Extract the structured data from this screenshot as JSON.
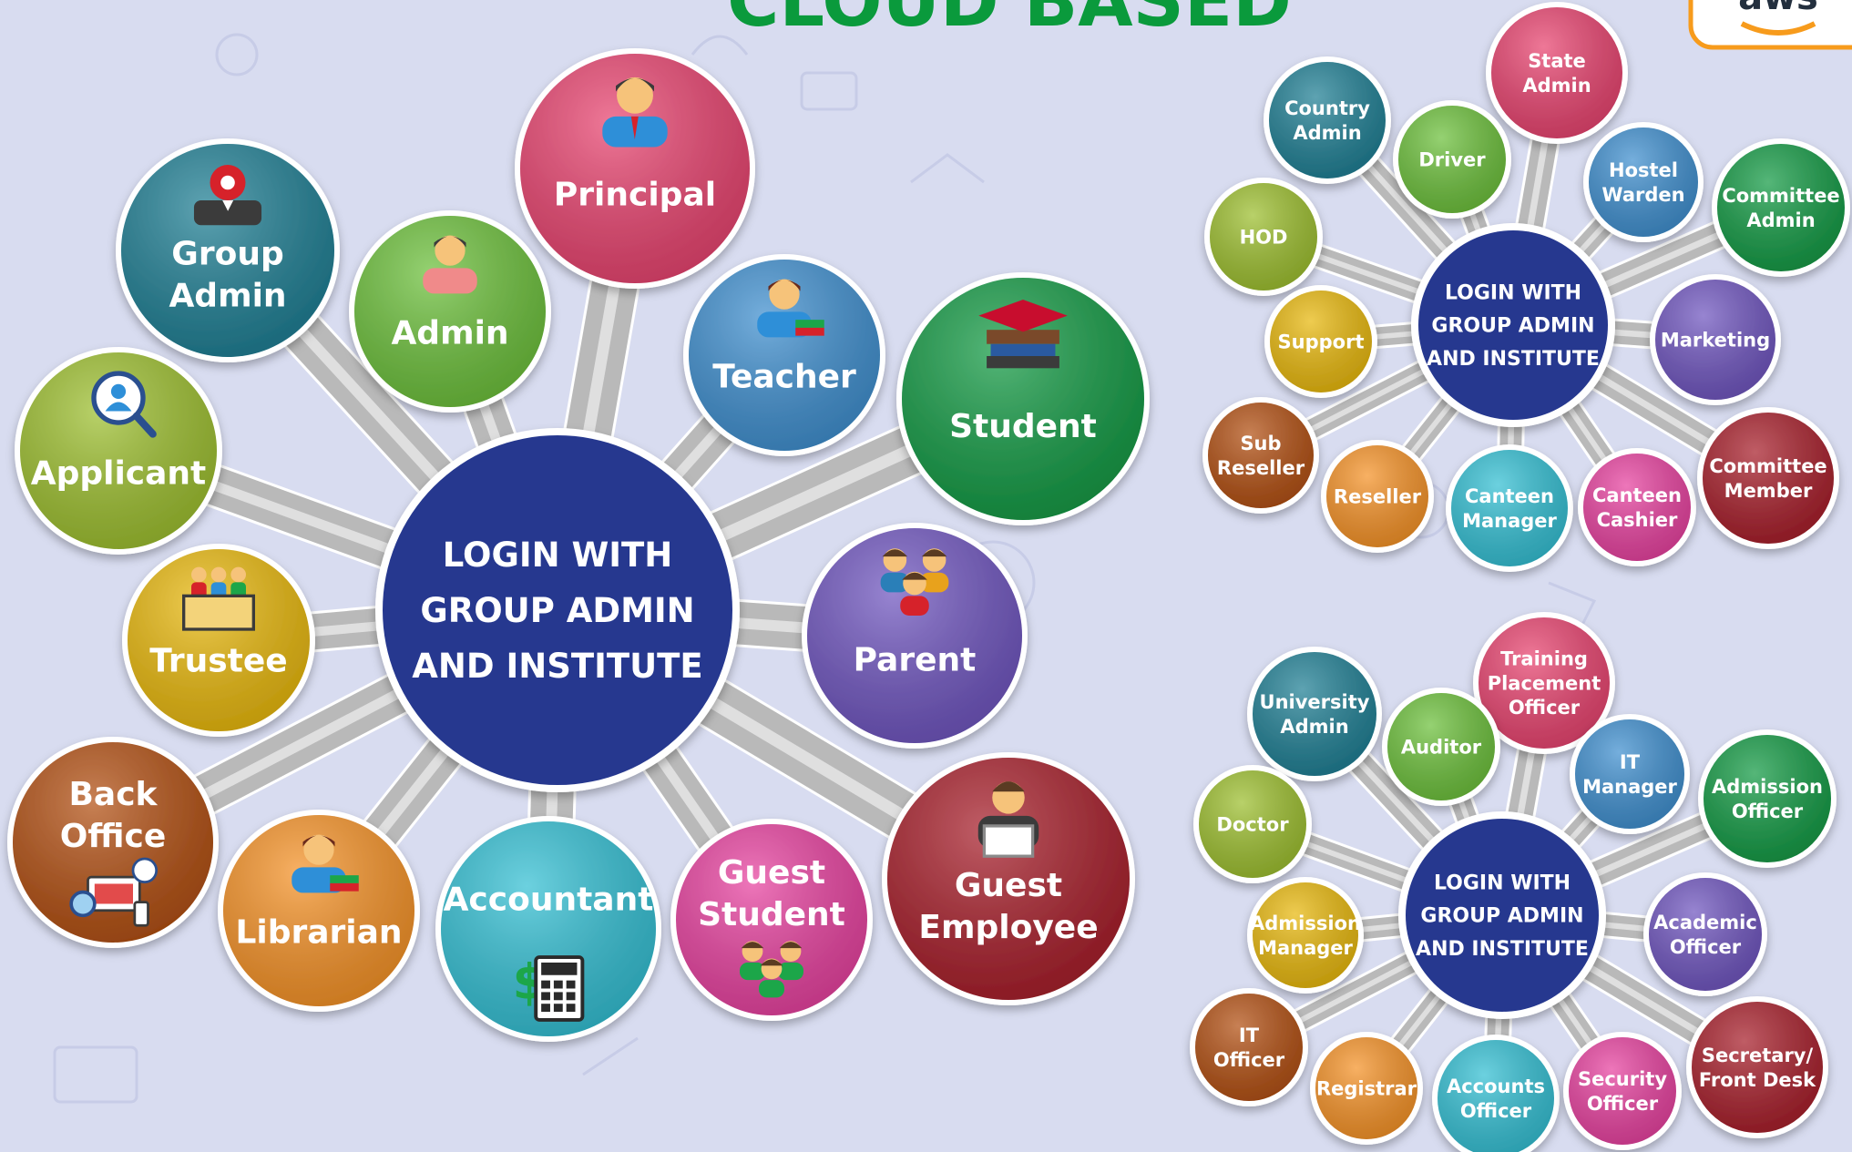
{
  "header": {
    "title": "CLOUD BASED",
    "brand": "aws"
  },
  "colors": {
    "background": "#d8dcf0",
    "hub": "#26398f",
    "title": "#0a9a3c",
    "brand_arc": "#f79b1c"
  },
  "diagrams": [
    {
      "hub": [
        "LOGIN WITH",
        "GROUP ADMIN",
        "AND INSTITUTE"
      ],
      "nodes": [
        {
          "lines": [
            "Principal"
          ],
          "color": "#e8436f",
          "icon": "principal-icon"
        },
        {
          "lines": [
            "Group",
            "Admin"
          ],
          "color": "#1f7f94",
          "icon": "gear-admin-icon"
        },
        {
          "lines": [
            "Admin"
          ],
          "color": "#6cc03b",
          "icon": "admin-person-icon"
        },
        {
          "lines": [
            "Teacher"
          ],
          "color": "#3f8fcf",
          "icon": "teacher-icon"
        },
        {
          "lines": [
            "Student"
          ],
          "color": "#139a44",
          "icon": "graduation-cap-icon"
        },
        {
          "lines": [
            "Applicant"
          ],
          "color": "#9dbf2f",
          "icon": "search-person-icon"
        },
        {
          "lines": [
            "Trustee"
          ],
          "color": "#e8b80d",
          "icon": "trustee-group-icon"
        },
        {
          "lines": [
            "Parent"
          ],
          "color": "#6f55bf",
          "icon": "family-icon"
        },
        {
          "lines": [
            "Back",
            "Office"
          ],
          "color": "#b24f12",
          "icon": "back-office-icon"
        },
        {
          "lines": [
            "Librarian"
          ],
          "color": "#f59227",
          "icon": "librarian-icon"
        },
        {
          "lines": [
            "Accountant"
          ],
          "color": "#33bfd3",
          "icon": "calculator-icon"
        },
        {
          "lines": [
            "Guest",
            "Student"
          ],
          "color": "#e7419f",
          "icon": "students-group-icon"
        },
        {
          "lines": [
            "Guest",
            "Employee"
          ],
          "color": "#a71e2a",
          "icon": "employee-laptop-icon"
        }
      ]
    },
    {
      "hub": [
        "LOGIN WITH",
        "GROUP ADMIN",
        "AND INSTITUTE"
      ],
      "nodes": [
        {
          "lines": [
            "State",
            "Admin"
          ],
          "color": "#e8436f"
        },
        {
          "lines": [
            "Country",
            "Admin"
          ],
          "color": "#1f7f94"
        },
        {
          "lines": [
            "Driver"
          ],
          "color": "#6cc03b"
        },
        {
          "lines": [
            "Hostel",
            "Warden"
          ],
          "color": "#3f8fcf"
        },
        {
          "lines": [
            "Committee",
            "Admin"
          ],
          "color": "#139a44"
        },
        {
          "lines": [
            "HOD"
          ],
          "color": "#9dbf2f"
        },
        {
          "lines": [
            "Support"
          ],
          "color": "#e8b80d"
        },
        {
          "lines": [
            "Marketing"
          ],
          "color": "#6f55bf"
        },
        {
          "lines": [
            "Sub",
            "Reseller"
          ],
          "color": "#b24f12"
        },
        {
          "lines": [
            "Reseller"
          ],
          "color": "#f59227"
        },
        {
          "lines": [
            "Canteen",
            "Manager"
          ],
          "color": "#33bfd3"
        },
        {
          "lines": [
            "Canteen",
            "Cashier"
          ],
          "color": "#e7419f"
        },
        {
          "lines": [
            "Committee",
            "Member"
          ],
          "color": "#a71e2a"
        }
      ]
    },
    {
      "hub": [
        "LOGIN WITH",
        "GROUP ADMIN",
        "AND INSTITUTE"
      ],
      "nodes": [
        {
          "lines": [
            "Training",
            "Placement",
            "Officer"
          ],
          "color": "#e8436f"
        },
        {
          "lines": [
            "University",
            "Admin"
          ],
          "color": "#1f7f94"
        },
        {
          "lines": [
            "Auditor"
          ],
          "color": "#6cc03b"
        },
        {
          "lines": [
            "IT",
            "Manager"
          ],
          "color": "#3f8fcf"
        },
        {
          "lines": [
            "Admission",
            "Officer"
          ],
          "color": "#139a44"
        },
        {
          "lines": [
            "Doctor"
          ],
          "color": "#9dbf2f"
        },
        {
          "lines": [
            "Admission",
            "Manager"
          ],
          "color": "#e8b80d"
        },
        {
          "lines": [
            "Academic",
            "Officer"
          ],
          "color": "#6f55bf"
        },
        {
          "lines": [
            "IT",
            "Officer"
          ],
          "color": "#b24f12"
        },
        {
          "lines": [
            "Registrar"
          ],
          "color": "#f59227"
        },
        {
          "lines": [
            "Accounts",
            "Officer"
          ],
          "color": "#33bfd3"
        },
        {
          "lines": [
            "Security",
            "Officer"
          ],
          "color": "#e7419f"
        },
        {
          "lines": [
            "Secretary/",
            "Front Desk"
          ],
          "color": "#a71e2a"
        }
      ]
    }
  ]
}
